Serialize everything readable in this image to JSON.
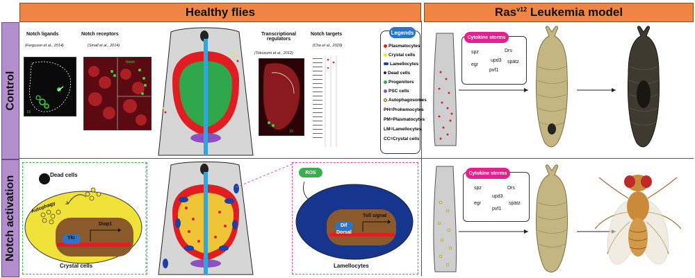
{
  "headers": {
    "healthy": "Healthy flies",
    "leukemia": "Ras",
    "leukemia_sup": "v12",
    "leukemia_rest": " Leukemia model"
  },
  "rows": {
    "control": "Control",
    "notch": "Notch activation"
  },
  "panels": {
    "ligands": {
      "title": "Notch ligands",
      "cite": "(Ferguson et al., 2014)"
    },
    "receptors": {
      "title": "Notch receptors",
      "cite": "(Small et al., 2014)"
    },
    "regulators": {
      "title": "Transcriptional regulators",
      "cite": "(Tokusumi et al., 2012)"
    },
    "targets": {
      "title": "Notch targets",
      "cite": "(Cho et al., 2020)"
    }
  },
  "legend": {
    "title": "Legends",
    "items": [
      {
        "label": "Plasmatocytes",
        "color": "#e02020"
      },
      {
        "label": "Crystal cells",
        "color": "#f1e23a"
      },
      {
        "label": "Lamellocytes",
        "color": "#1d3fa8"
      },
      {
        "label": "Dead cells",
        "color": "#222222"
      },
      {
        "label": "Progenitors",
        "color": "#2ea84a"
      },
      {
        "label": "PSC cells",
        "color": "#8e4fc2"
      },
      {
        "label": "Autophagosomes"
      },
      {
        "label": "PH=Prohemocytes"
      },
      {
        "label": "PM=Plasmatocytes"
      },
      {
        "label": "LM=Lamellocytes"
      },
      {
        "label": "CC=Crystal cells"
      }
    ]
  },
  "notch_panel": {
    "dead_cells": "Dead cells",
    "autophagy": "Autophagy",
    "dicer": "Diap1",
    "yki": "Yki",
    "crystal_cells": "Crystal cells",
    "ros": "ROS",
    "toll_signal": "Toll signal",
    "dif": "Dif",
    "dorsal": "Dorsal",
    "lamellocytes": "Lamellocytes"
  },
  "cytokine_top": {
    "title": "Cytokine storms",
    "words": [
      "spz",
      "Drs",
      "upd3",
      "egr",
      "spätz",
      "pvf1"
    ]
  },
  "cytokine_bottom": {
    "title": "Cytokine storms",
    "words": [
      "spz",
      "Drs",
      "upd3",
      "egr",
      "spätz",
      "pvf1"
    ]
  },
  "colors": {
    "header": "#ee8542",
    "row_label": "#b48fcf",
    "plasmatocyte": "#e02020",
    "crystal": "#f1e23a",
    "lamellocyte": "#1d3fa8",
    "progenitor": "#2ea84a",
    "psc": "#8e4fc2",
    "vessel": "#2fa6df",
    "storm": "#e3208f"
  }
}
